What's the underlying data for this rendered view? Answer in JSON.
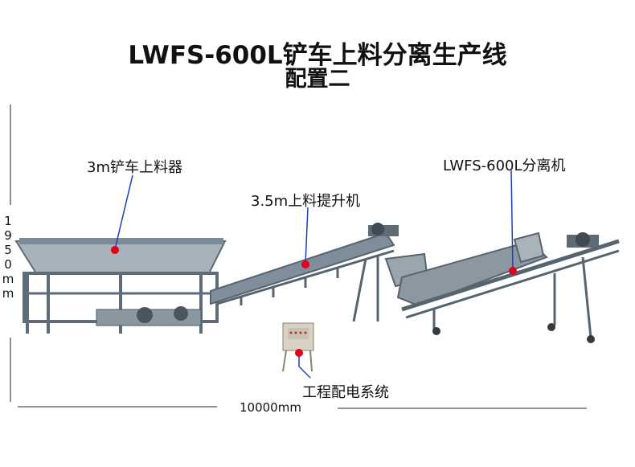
{
  "title": {
    "line1": "LWFS-600L铲车上料分离生产线",
    "line2": "配置二"
  },
  "components": {
    "loader": "3m铲车上料器",
    "elevator": "3.5m上料提升机",
    "separator": "LWFS-600L分离机",
    "control": "工程配电系统"
  },
  "dimensions": {
    "height_chars": [
      "1",
      "9",
      "5",
      "0",
      "m",
      "m"
    ],
    "width": "10000mm"
  },
  "colors": {
    "frame": "#6f7f8c",
    "panel": "#aeb8bf",
    "marker": "#e3001b",
    "leader": "#1a3fbf"
  }
}
